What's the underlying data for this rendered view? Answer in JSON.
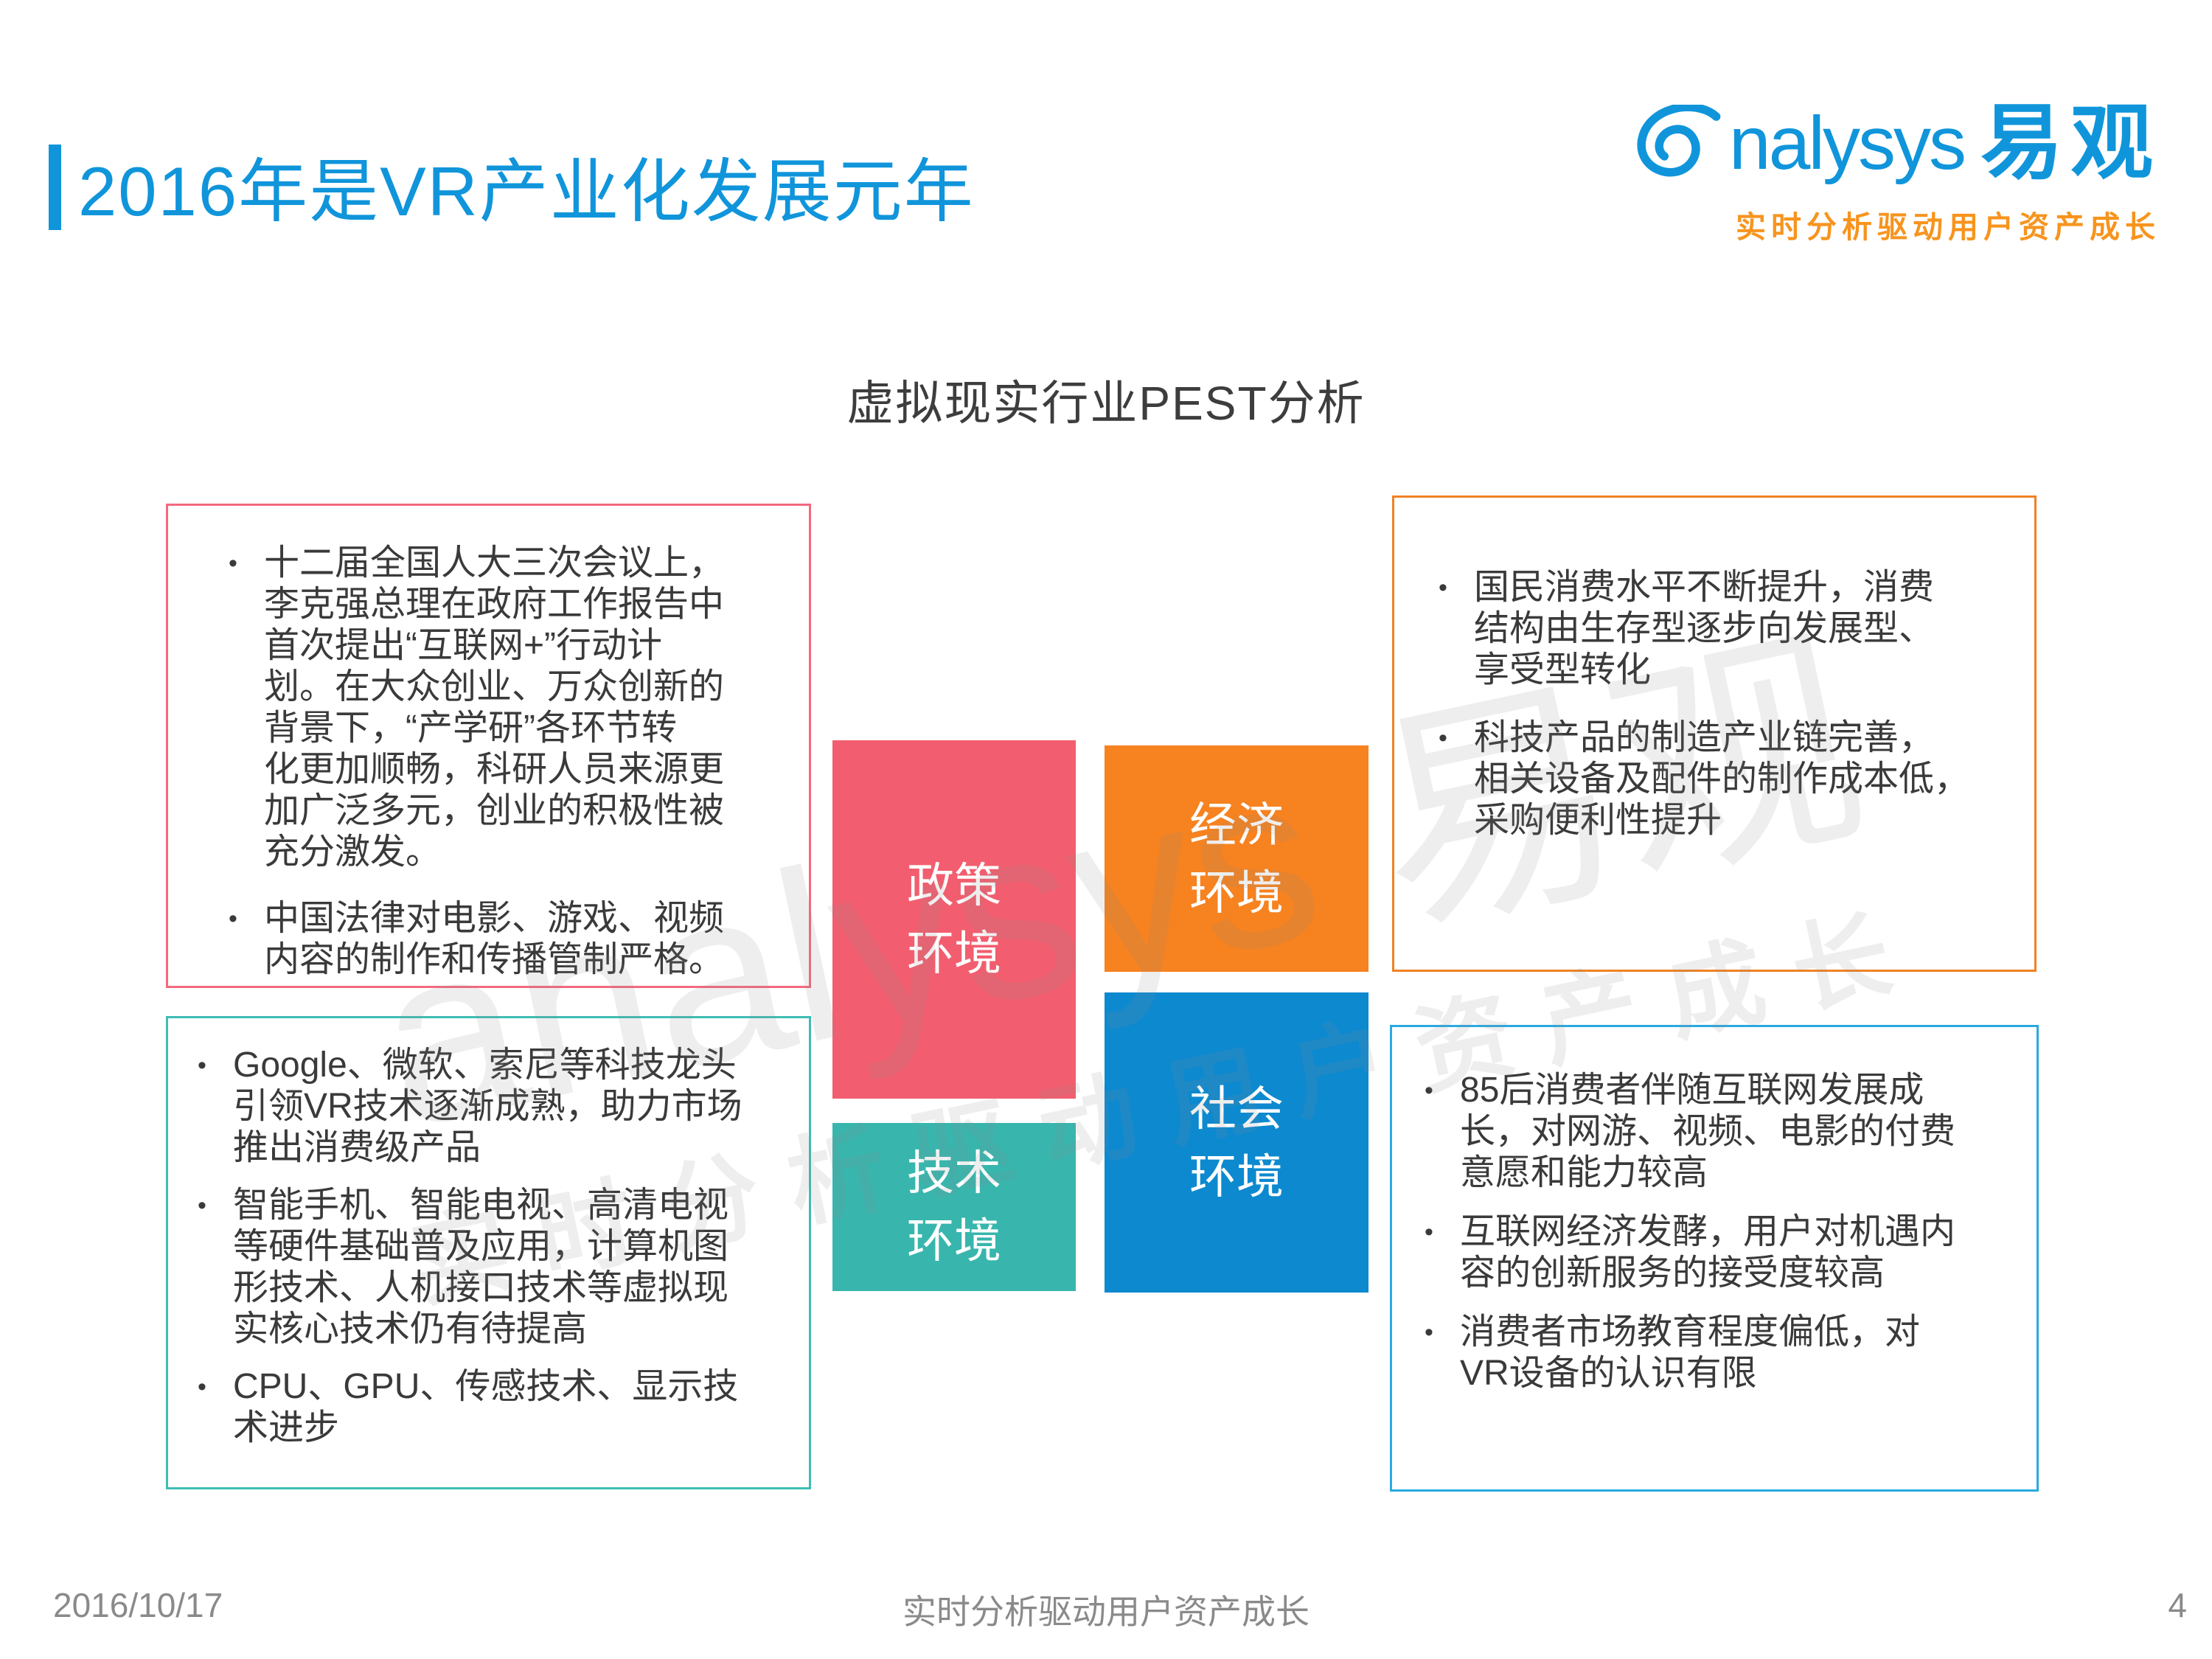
{
  "page": {
    "title": "2016年是VR产业化发展元年",
    "section_title": "虚拟现实行业PEST分析",
    "logo": {
      "brand_en": "nalysys",
      "brand_cn": "易观",
      "tagline": "实时分析驱动用户资产成长"
    },
    "watermark": {
      "line1": "analysys 易观",
      "line2": "实时分析驱动用户资产成长"
    },
    "colors": {
      "title_blue": "#1095DB",
      "logo_orange": "#F7941E",
      "policy_pink": "#F25E6F",
      "technology_teal": "#38B6AD",
      "economic_orange": "#F68220",
      "social_blue": "#0D89CF",
      "policy_border": "#F4697E",
      "technology_border": "#3FBDB4",
      "economic_border": "#F08223",
      "social_border": "#2AA9E0",
      "body_text": "#3a3a3a",
      "footer_gray": "#8a8a8a"
    },
    "pest": {
      "policy": {
        "label": "政策\n环境",
        "notes": [
          "十二届全国人大三次会议上，\n李克强总理在政府工作报告中\n首次提出“互联网+”行动计\n划。在大众创业、万众创新的\n背景下，“产学研”各环节转\n化更加顺畅，科研人员来源更\n加广泛多元，创业的积极性被\n充分激发。",
          "中国法律对电影、游戏、视频\n内容的制作和传播管制严格。"
        ]
      },
      "economic": {
        "label": "经济\n环境",
        "notes": [
          "国民消费水平不断提升，消费\n结构由生存型逐步向发展型、\n享受型转化",
          "科技产品的制造产业链完善，\n相关设备及配件的制作成本低，\n采购便利性提升"
        ]
      },
      "technology": {
        "label": "技术\n环境",
        "notes": [
          "Google、微软、索尼等科技龙头\n引领VR技术逐渐成熟，助力市场\n推出消费级产品",
          "智能手机、智能电视、高清电视\n等硬件基础普及应用，计算机图\n形技术、人机接口技术等虚拟现\n实核心技术仍有待提高",
          "CPU、GPU、传感技术、显示技\n术进步"
        ]
      },
      "social": {
        "label": "社会\n环境",
        "notes": [
          "85后消费者伴随互联网发展成\n长，对网游、视频、电影的付费\n意愿和能力较高",
          "互联网经济发酵，用户对机遇内\n容的创新服务的接受度较高",
          "消费者市场教育程度偏低，对\nVR设备的认识有限"
        ]
      }
    },
    "footer": {
      "date": "2016/10/17",
      "slogan": "实时分析驱动用户资产成长",
      "page_number": "4"
    }
  }
}
